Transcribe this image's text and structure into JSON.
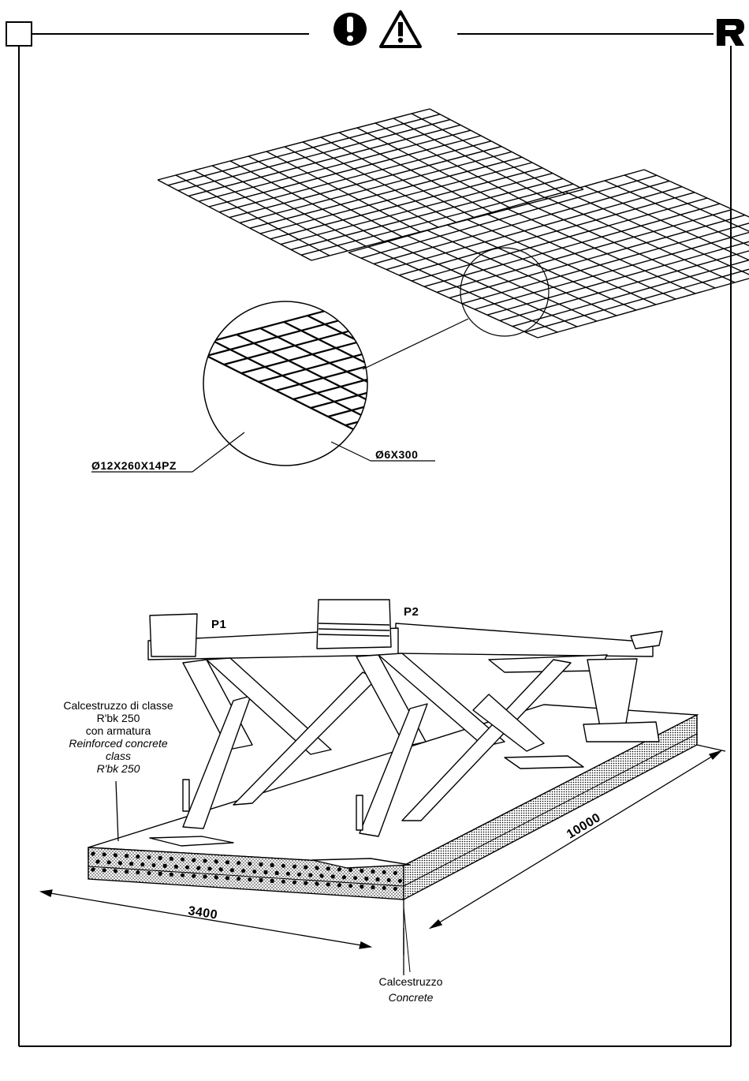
{
  "header": {
    "mandatory_icon": "exclamation-circle-icon",
    "warning_icon": "warning-triangle-icon",
    "logo_icon": "brand-logo-icon"
  },
  "mesh_detail": {
    "bar_label": "Ø12X260X14PZ",
    "mesh_label": "Ø6X300"
  },
  "lift": {
    "platform_1_label": "P1",
    "platform_2_label": "P2"
  },
  "foundation": {
    "reinforced_it_line1": "Calcestruzzo di classe",
    "reinforced_it_line2": "R'bk 250",
    "reinforced_it_line3": "con armatura",
    "reinforced_en_line1": "Reinforced concrete",
    "reinforced_en_line2": "class",
    "reinforced_en_line3": "R'bk 250",
    "width_dimension": "3400",
    "length_dimension": "10000",
    "concrete_it": "Calcestruzzo",
    "concrete_en": "Concrete"
  },
  "colors": {
    "ink": "#000000",
    "paper": "#ffffff"
  }
}
